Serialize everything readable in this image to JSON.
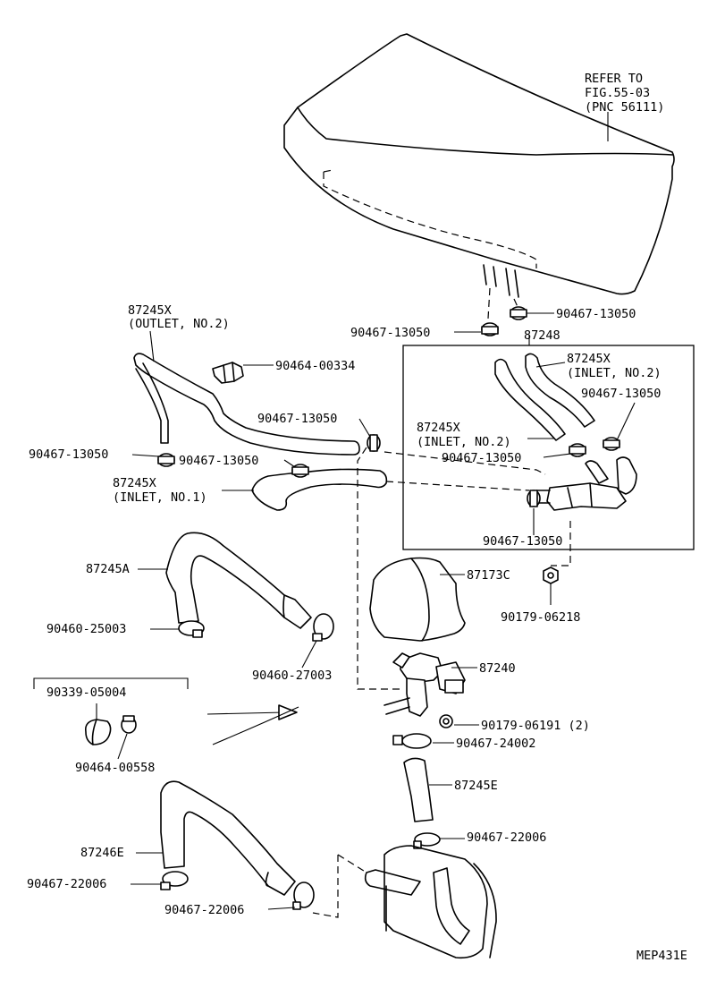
{
  "diagram_id": "MEP431E",
  "labels": {
    "refer_1": "REFER TO",
    "refer_2": "FIG.55-03",
    "refer_3": "(PNC 56111)",
    "p87245x_outlet": "87245X",
    "p87245x_outlet_sub": "(OUTLET, NO.2)",
    "p90464_00334": "90464-00334",
    "p90467_13050_a": "90467-13050",
    "p90467_13050_b": "90467-13050",
    "p87248": "87248",
    "p87245x_inlet2_right": "87245X",
    "p87245x_inlet2_right_sub": "(INLET, NO.2)",
    "p90467_13050_c": "90467-13050",
    "p90467_13050_d": "90467-13050",
    "p87245x_inlet2_mid": "87245X",
    "p87245x_inlet2_mid_sub": "(INLET, NO.2)",
    "p90467_13050_e": "90467-13050",
    "p90467_13050_f": "90467-13050",
    "p90467_13050_g": "90467-13050",
    "p87245x_inlet1": "87245X",
    "p87245x_inlet1_sub": "(INLET, NO.1)",
    "p90467_13050_h": "90467-13050",
    "p87245a": "87245A",
    "p87173c": "87173C",
    "p90179_06218": "90179-06218",
    "p90460_25003": "90460-25003",
    "p90460_27003": "90460-27003",
    "p87240": "87240",
    "p90339_05004": "90339-05004",
    "p90179_06191": "90179-06191 (2)",
    "p90464_00558": "90464-00558",
    "p90467_24002": "90467-24002",
    "p87245e": "87245E",
    "p87246e": "87246E",
    "p90467_22006_a": "90467-22006",
    "p90467_22006_b": "90467-22006",
    "p90467_22006_c": "90467-22006"
  }
}
